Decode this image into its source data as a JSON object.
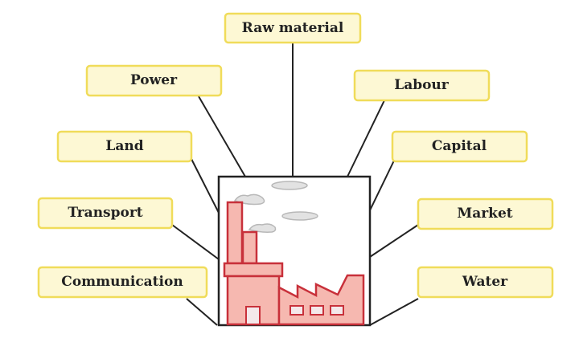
{
  "diagram": {
    "center": "factory",
    "factors": {
      "raw_material": "Raw material",
      "power": "Power",
      "labour": "Labour",
      "land": "Land",
      "capital": "Capital",
      "transport": "Transport",
      "market": "Market",
      "communication": "Communication",
      "water": "Water"
    },
    "colors": {
      "label_fill": "#fdf8d4",
      "label_border": "#f0dc5a",
      "factory": "#f6b8b0",
      "factory_outline": "#c8303a"
    }
  }
}
